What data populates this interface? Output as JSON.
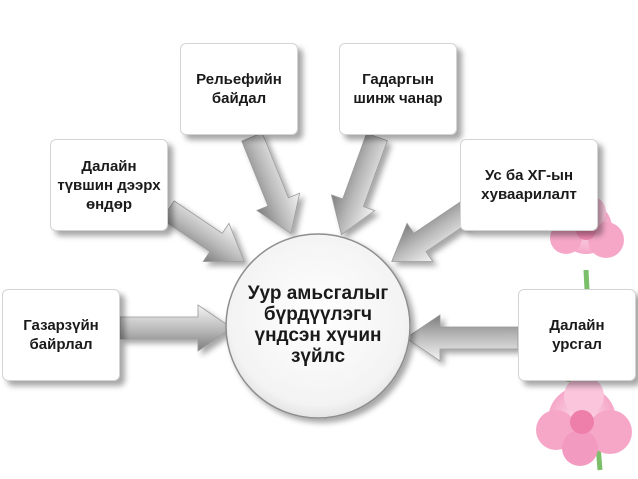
{
  "diagram": {
    "center": "Уур амьсгалыг бүрдүүлэгч үндсэн хүчин зүйлс",
    "factors": [
      {
        "id": "geography",
        "label": "Газарзүйн байрлал"
      },
      {
        "id": "elevation",
        "label": "Далайн түвшин дээрх өндөр"
      },
      {
        "id": "relief",
        "label": "Рельефийн байдал"
      },
      {
        "id": "surface",
        "label": "Гадаргын шинж чанар"
      },
      {
        "id": "water-distribution",
        "label": "Ус ба ХГ-ын хуваарилалт"
      },
      {
        "id": "ocean-currents",
        "label": "Далайн урсгал"
      }
    ]
  },
  "colors": {
    "arrow_light": "#f2f2f2",
    "arrow_dark": "#8a8a8a",
    "node_border": "#d4d4d4",
    "flower_pink": "#f6a7c8",
    "stem_green": "#7bbf6a"
  }
}
